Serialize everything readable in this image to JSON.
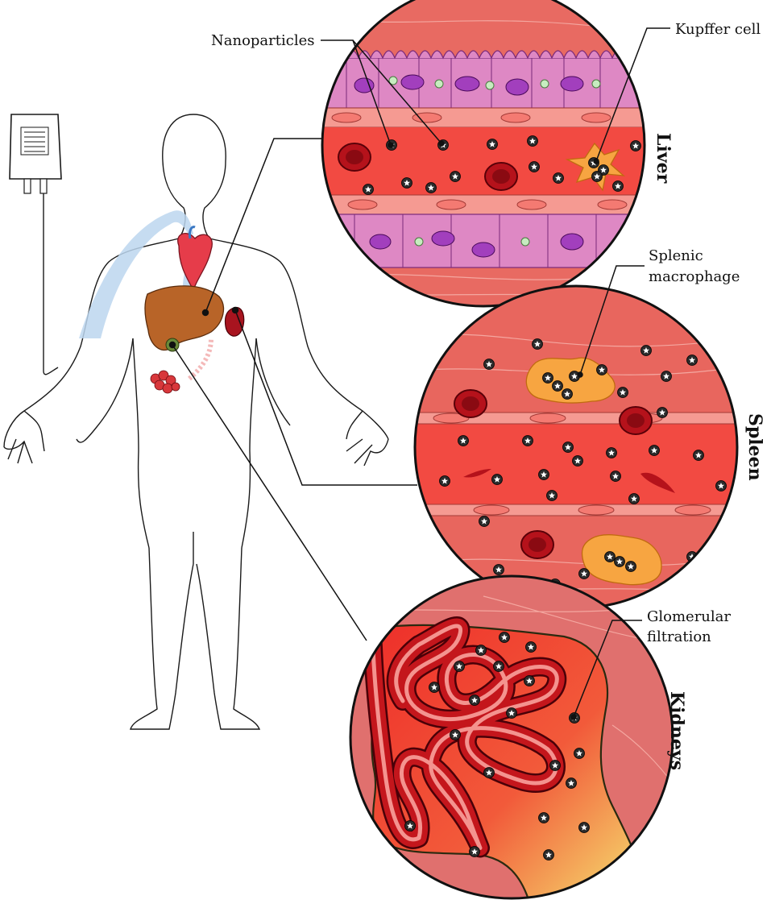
{
  "labels": {
    "nanoparticles": "Nanoparticles",
    "kupffer": "Kupffer cell",
    "splenic_line1": "Splenic",
    "splenic_line2": "macrophage",
    "glomerular_line1": "Glomerular",
    "glomerular_line2": "filtration"
  },
  "organs": {
    "liver": "Liver",
    "spleen": "Spleen",
    "kidneys": "Kidneys"
  },
  "colors": {
    "tissue": "#e8665e",
    "vessel": "#f24a42",
    "rbc": "#b5121b",
    "hepatocyte": "#de88c4",
    "nucleus": "#a23fbd",
    "macrophage": "#f7a541",
    "bladder": "#f5f075",
    "capillary": "#c4161c",
    "nanoparticle": "#2b2b2b"
  },
  "icons": [
    "iv-bag-icon",
    "heart-icon",
    "liver-organ-icon",
    "spleen-organ-icon",
    "kidney-organ-icon",
    "nanoparticle-icon"
  ]
}
